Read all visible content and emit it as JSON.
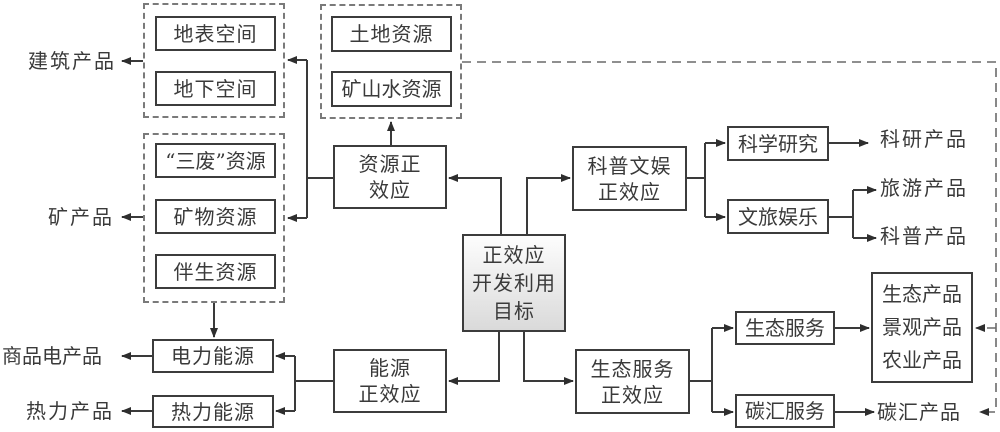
{
  "diagram": {
    "center": "正效应\n开发利用\n目标",
    "effects": {
      "resource": "资源正\n效应",
      "energy": "能源\n正效应",
      "science_culture": "科普文娱\n正效应",
      "eco_service": "生态服务\n正效应"
    },
    "groups": {
      "space": [
        "地表空间",
        "地下空间"
      ],
      "waste_mineral": [
        "“三废”资源",
        "矿物资源",
        "伴生资源"
      ],
      "land_water": [
        "土地资源",
        "矿山水资源"
      ],
      "energy": [
        "电力能源",
        "热力能源"
      ],
      "science_culture": [
        "科学研究",
        "文旅娱乐"
      ],
      "eco": [
        "生态服务",
        "碳汇服务"
      ]
    },
    "products": {
      "building": "建筑产品",
      "mineral": "矿产品",
      "electricity": "商品电产品",
      "heat": "热力产品",
      "research": "科研产品",
      "tourism": "旅游产品",
      "popular_science": "科普产品",
      "eco_box": "生态产品\n景观产品\n农业产品",
      "carbon": "碳汇产品"
    }
  }
}
